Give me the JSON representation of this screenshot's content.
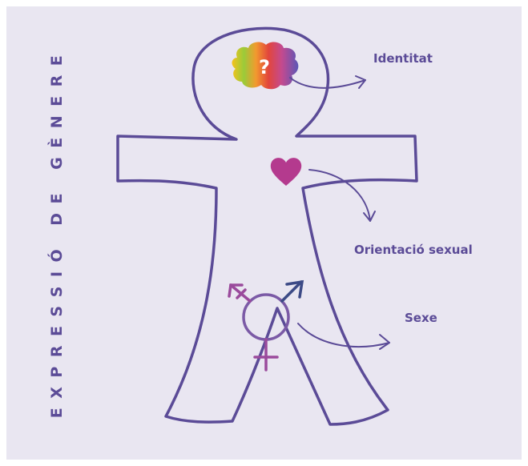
{
  "title": "EXPRESSIÓ DE GÈNERE",
  "labels": {
    "identity": "Identitat",
    "orientation": "Orientació sexual",
    "sex": "Sexe"
  },
  "brain_symbol": "?",
  "icons": {
    "brain": "rainbow-brain-icon",
    "heart": "heart-icon",
    "gender": "transgender-symbol-icon"
  },
  "colors": {
    "background": "#e9e6f1",
    "outline": "#5b4b97",
    "heart": "#b43a8e",
    "male_arrow": "#3c4a86",
    "female_cross": "#9a4a9c",
    "circle": "#7b5aa6"
  }
}
